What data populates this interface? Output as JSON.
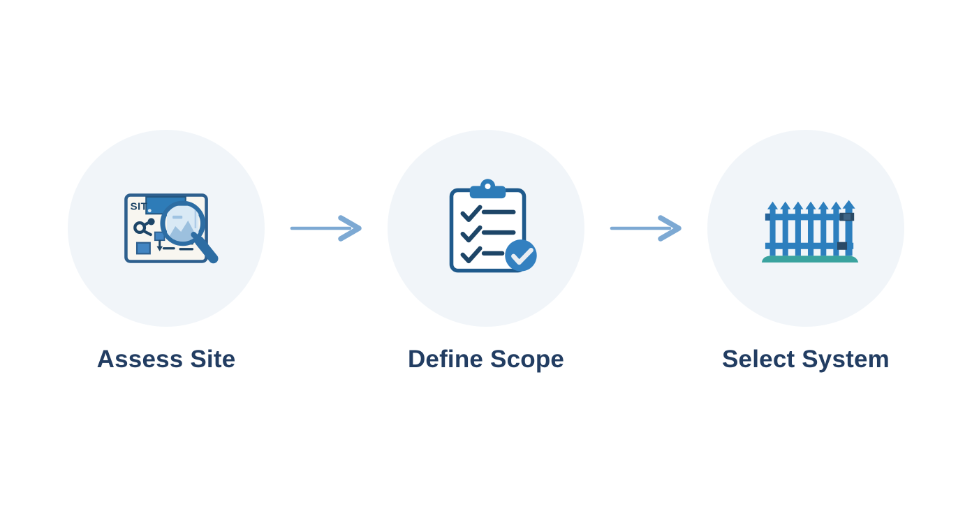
{
  "diagram": {
    "type": "process-flow",
    "direction": "left-to-right",
    "steps": [
      {
        "label": "Assess Site",
        "icon": "site-assessment-map-magnifier-icon",
        "map_text": "SIT"
      },
      {
        "label": "Define Scope",
        "icon": "checklist-clipboard-icon"
      },
      {
        "label": "Select System",
        "icon": "picket-fence-icon"
      }
    ],
    "connectors": [
      {
        "type": "arrow-right"
      },
      {
        "type": "arrow-right"
      }
    ]
  },
  "colors": {
    "page_bg": "#ffffff",
    "circle_bg": "#f1f5f9",
    "label_text": "#223d62",
    "arrow": "#7da9d3",
    "primary_blue": "#2e7cb8",
    "mid_blue": "#4285c2",
    "outline_blue": "#2d5f8e",
    "dark_navy": "#1d4567",
    "doc_fill": "#f8f6f0",
    "lens_fill": "#cfe2f1",
    "lens_ring": "#2d6da3",
    "clip_outline": "#1f5a8c",
    "check_circle": "#3380c0",
    "check_white": "#e9edf2",
    "fence_blue": "#2d7fbe",
    "fence_hardware": "#2a4a66",
    "ground_teal": "#3aa39f"
  }
}
